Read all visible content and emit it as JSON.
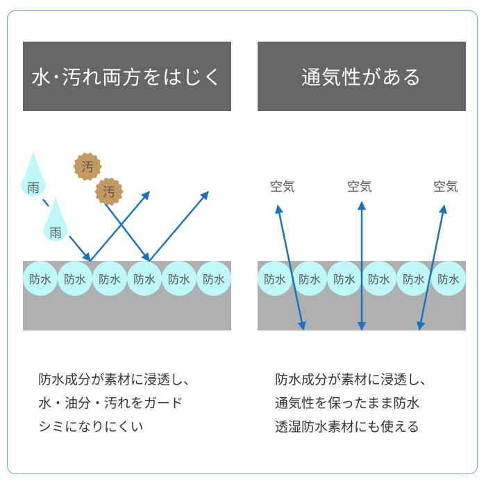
{
  "left": {
    "title": "水･汚れ両方をはじく",
    "rain_label": "雨",
    "stain_label": "汚",
    "layer_label": "防水",
    "lines": [
      "防水成分が素材に浸透し、",
      "水・油分・汚れをガード",
      "シミになりにくい"
    ]
  },
  "right": {
    "title": "通気性がある",
    "air_label": "空気",
    "layer_label": "防水",
    "lines": [
      "防水成分が素材に浸透し、",
      "通気性を保ったまま防水",
      "透湿防水素材にも使える"
    ]
  },
  "colors": {
    "header": "#666666",
    "fabric": "#b0b0b0",
    "coating": "#bff8f8",
    "arrow": "#1a73c0",
    "stain": "#c49a5e",
    "frame": "#6aa7d8"
  }
}
